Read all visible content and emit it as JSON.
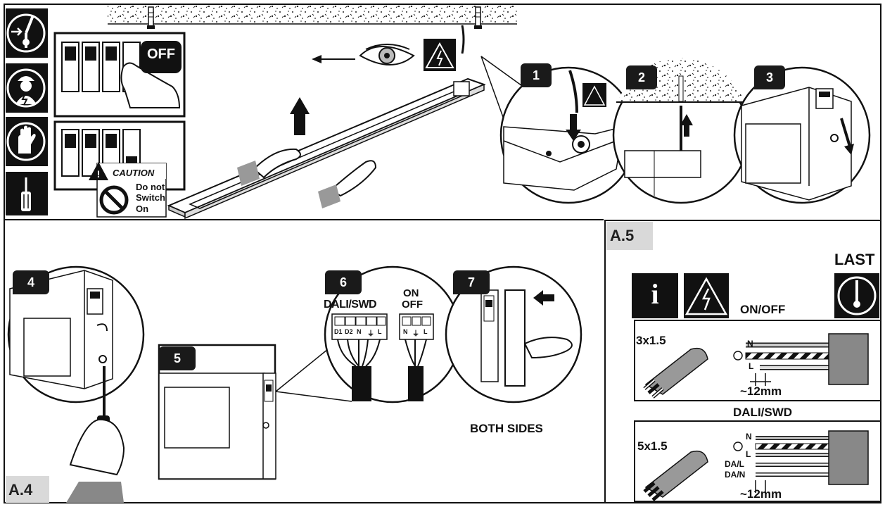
{
  "switch_panel": {
    "off_label": "OFF",
    "caution_title": "CAUTION",
    "caution_lines": [
      "Do not",
      "Switch",
      "On"
    ]
  },
  "steps": [
    "1",
    "2",
    "3",
    "4",
    "5",
    "6",
    "7"
  ],
  "section_a4": {
    "label": "A.4",
    "terminal_dali_title": "DALI/SWD",
    "terminal_dali_pins": [
      "D1",
      "D2",
      "N",
      "⏚",
      "L"
    ],
    "terminal_onoff_title_line1": "ON",
    "terminal_onoff_title_line2": "OFF",
    "terminal_onoff_pins": [
      "N",
      "⏚",
      "L"
    ],
    "both_sides": "BOTH SIDES"
  },
  "section_a5": {
    "label": "A.5",
    "last_label": "LAST",
    "info_glyph": "i",
    "onoff": {
      "title": "ON/OFF",
      "cable": "3x1.5",
      "wires": [
        "N",
        "L"
      ],
      "strip": "~12mm"
    },
    "dali": {
      "title": "DALI/SWD",
      "cable": "5x1.5",
      "wires": [
        "N",
        "L",
        "DA/L",
        "DA/N"
      ],
      "strip": "~12mm"
    }
  },
  "icons": [
    "switch-off-icon",
    "electrician-icon",
    "gloves-icon",
    "screwdriver-icon",
    "eye-icon",
    "high-voltage-icon",
    "info-icon",
    "switch-on-icon",
    "earth-icon",
    "hand-icon",
    "arrow-icon"
  ]
}
